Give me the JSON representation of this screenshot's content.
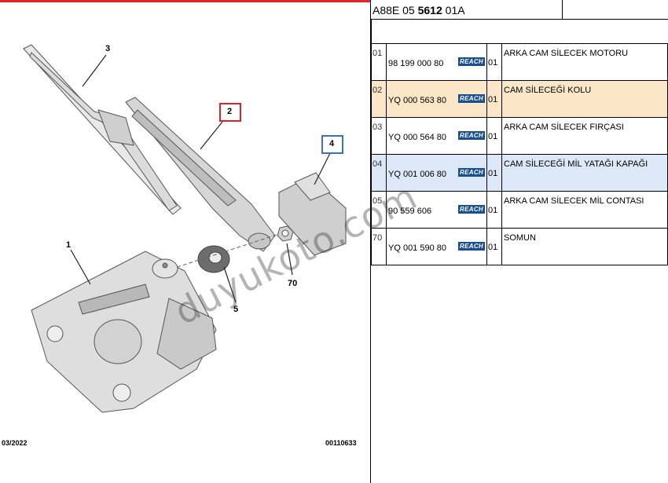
{
  "document_number": {
    "prefix": "A88E 05 ",
    "bold": "5612",
    "suffix": " 01A"
  },
  "footer": {
    "date": "03/2022",
    "ref": "00110633"
  },
  "callouts": [
    {
      "label": "1",
      "boxed": false
    },
    {
      "label": "2",
      "boxed": true,
      "color": "#d9242b"
    },
    {
      "label": "3",
      "boxed": false
    },
    {
      "label": "4",
      "boxed": true,
      "color": "#3f6fb5"
    },
    {
      "label": "5",
      "boxed": false
    },
    {
      "label": "70",
      "boxed": false
    }
  ],
  "watermark": "duyukoto.com",
  "reach_badge": "REACH",
  "parts": [
    {
      "index": "01",
      "part_number": "98 199 000 80",
      "qty": "01",
      "description": "ARKA CAM SİLECEK MOTORU",
      "highlight": ""
    },
    {
      "index": "02",
      "part_number": "YQ 000 563 80",
      "qty": "01",
      "description": "CAM SİLECEĞİ KOLU",
      "highlight": "orange"
    },
    {
      "index": "03",
      "part_number": "YQ 000 564 80",
      "qty": "01",
      "description": "ARKA CAM SİLECEK FIRÇASI",
      "highlight": ""
    },
    {
      "index": "04",
      "part_number": "YQ 001 006 80",
      "qty": "01",
      "description": "CAM SİLECEĞİ MİL YATAĞI KAPAĞI",
      "highlight": "blue"
    },
    {
      "index": "05",
      "part_number": "90 559 606",
      "qty": "01",
      "description": "ARKA CAM SİLECEK MİL CONTASI",
      "highlight": ""
    },
    {
      "index": "70",
      "part_number": "YQ 001 590 80",
      "qty": "01",
      "description": "SOMUN",
      "highlight": ""
    }
  ],
  "colors": {
    "accent_red": "#e3242b",
    "reach_blue": "#1a4f8f",
    "highlight_orange": "#fce6c8",
    "highlight_blue": "#dce8f8"
  }
}
